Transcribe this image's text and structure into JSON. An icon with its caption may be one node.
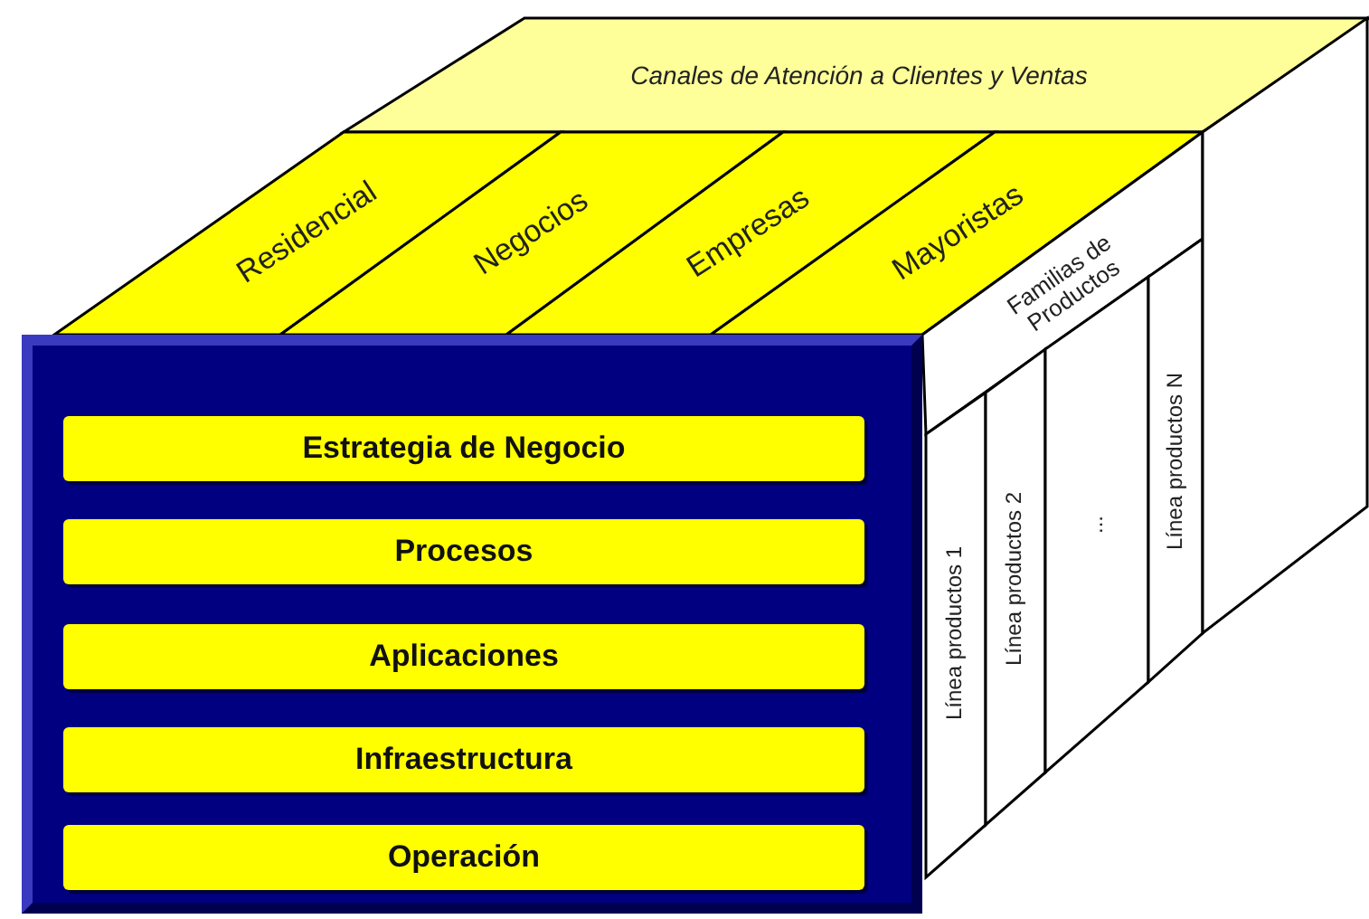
{
  "diagram": {
    "nodes": [
      {
        "text": [
          "Canales de Atención a Clientes y Ventas"
        ]
      },
      {
        "text": [
          "Residencial"
        ]
      },
      {
        "text": [
          "Negocios"
        ]
      },
      {
        "text": [
          "Empresas"
        ]
      },
      {
        "text": [
          "Mayoristas"
        ]
      },
      {
        "text": [
          "Familias de Productos"
        ]
      },
      {
        "text": [
          "Línea productos 1"
        ]
      },
      {
        "text": [
          "Línea productos 2"
        ]
      },
      {
        "text": [
          "..."
        ]
      },
      {
        "text": [
          "Línea productos N"
        ]
      },
      {
        "text": [],
        "shape": "box"
      },
      {
        "text": [
          "Estrategia de Negocio"
        ],
        "in": 10
      },
      {
        "text": [
          "Procesos"
        ],
        "in": 10
      },
      {
        "text": [
          "Aplicaciones"
        ],
        "in": 10
      },
      {
        "text": [
          "Infraestructura"
        ],
        "in": 10
      },
      {
        "text": [
          "Operación"
        ],
        "in": 10
      },
      {
        "text": [],
        "shape": "box"
      }
    ]
  }
}
